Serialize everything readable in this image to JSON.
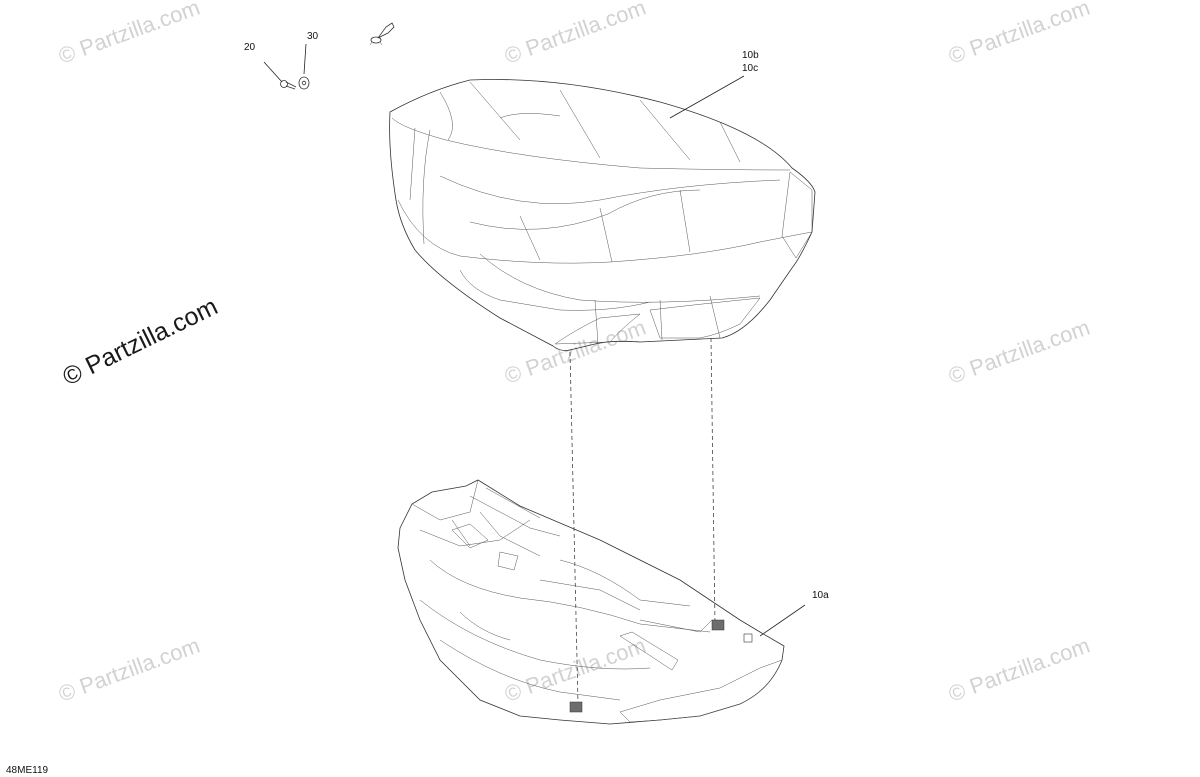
{
  "callouts": {
    "c20": "20",
    "c30": "30",
    "c10b": "10b",
    "c10c": "10c",
    "c10a": "10a"
  },
  "figure_code": "48ME119",
  "watermark": {
    "text": "© Partzilla.com",
    "prominent": "© Partzilla.com"
  },
  "colors": {
    "line": "#333333",
    "watermark_faint": "#d2d2d2",
    "watermark_dark": "#1a1a1a"
  }
}
